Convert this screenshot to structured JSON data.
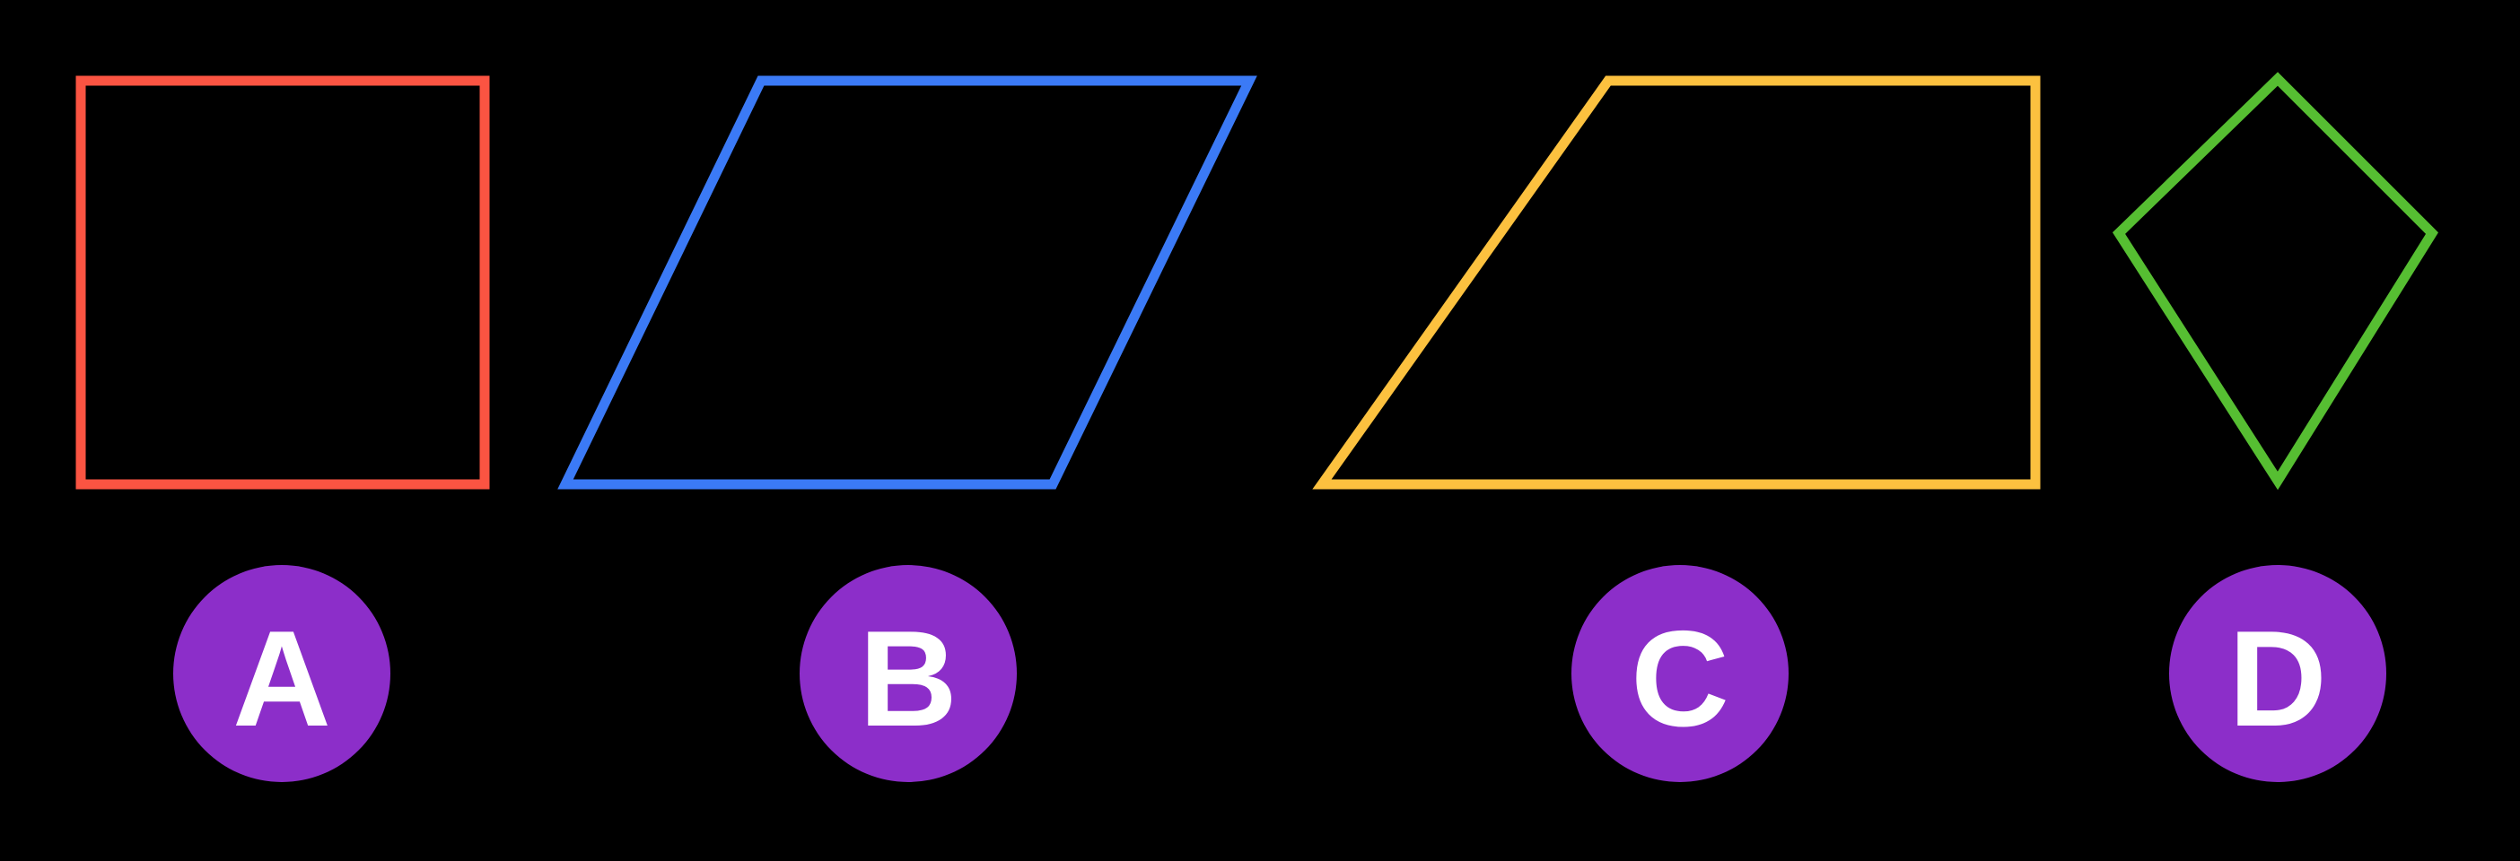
{
  "canvas": {
    "background": "#000000"
  },
  "badge": {
    "background": "#8C2EC9",
    "text_color": "#FFFFFF"
  },
  "options": [
    {
      "label": "A",
      "shape": "square",
      "color": "#FB5442"
    },
    {
      "label": "B",
      "shape": "parallelogram",
      "color": "#3B7AF6"
    },
    {
      "label": "C",
      "shape": "trapezoid",
      "color": "#FCC13F"
    },
    {
      "label": "D",
      "shape": "kite",
      "color": "#56BE32"
    }
  ]
}
